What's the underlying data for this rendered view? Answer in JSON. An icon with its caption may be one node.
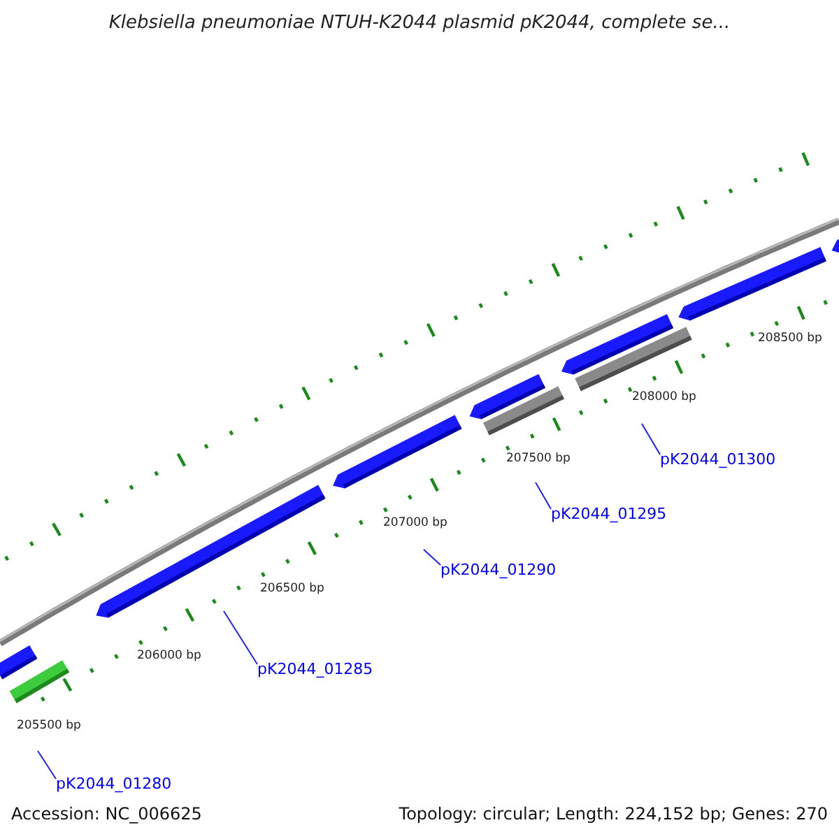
{
  "diagram": {
    "title": "Klebsiella pneumoniae NTUH-K2044 plasmid pK2044, complete se...",
    "nodes": [
      {
        "text": [
          "pK2044_01300"
        ]
      },
      {
        "text": [
          "pK2044_01295"
        ]
      },
      {
        "text": [
          "pK2044_01290"
        ]
      },
      {
        "text": [
          "pK2044_01285"
        ]
      },
      {
        "text": [
          "pK2044_01280"
        ]
      }
    ],
    "edges": [
      {
        "from": 0,
        "to": null,
        "arrow": "none"
      },
      {
        "from": 1,
        "to": null,
        "arrow": "none"
      },
      {
        "from": 2,
        "to": null,
        "arrow": "none"
      },
      {
        "from": 3,
        "to": null,
        "arrow": "none"
      },
      {
        "from": 4,
        "to": null,
        "arrow": "none"
      }
    ],
    "labels": [
      "208500 bp",
      "208000 bp",
      "207500 bp",
      "207000 bp",
      "206500 bp",
      "206000 bp",
      "205500 bp",
      "Accession: NC_006625",
      "Topology: circular; Length: 224,152 bp; Genes: 270"
    ]
  }
}
